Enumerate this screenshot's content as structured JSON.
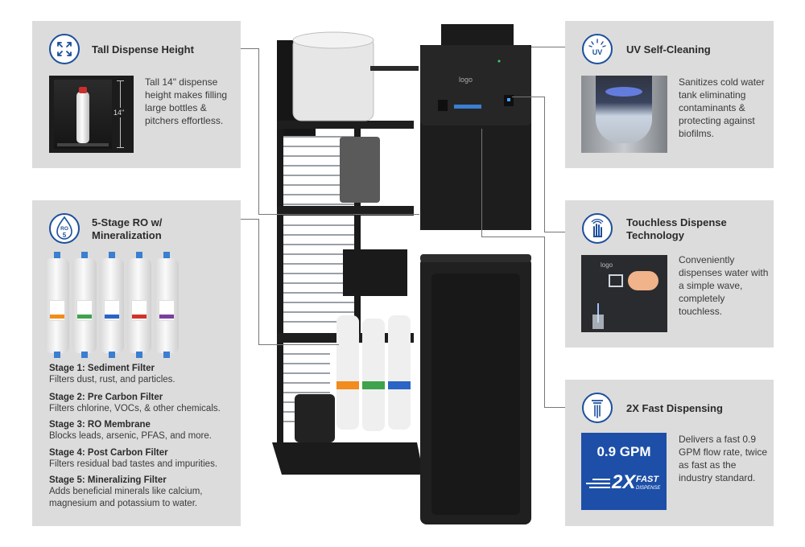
{
  "tall_dispense": {
    "title": "Tall Dispense Height",
    "body": "Tall 14\" dispense height makes filling large bottles & pitchers effortless.",
    "dimension_label": "14\""
  },
  "ro_filtration": {
    "title": "5-Stage RO w/ Mineralization",
    "icon_text_top": "RO",
    "icon_text_bottom": "5",
    "stages": [
      {
        "title": "Stage 1: Sediment Filter",
        "desc": "Filters dust, rust, and particles."
      },
      {
        "title": "Stage 2: Pre Carbon Filter",
        "desc": "Filters chlorine, VOCs, & other chemicals."
      },
      {
        "title": "Stage 3: RO Membrane",
        "desc": "Blocks leads, arsenic, PFAS, and more."
      },
      {
        "title": "Stage 4: Post Carbon Filter",
        "desc": "Filters residual bad tastes and impurities."
      },
      {
        "title": "Stage 5: Mineralizing Filter",
        "desc": "Adds beneficial minerals like calcium, magnesium and potassium to water."
      }
    ]
  },
  "uv_cleaning": {
    "title": "UV Self-Cleaning",
    "icon_text": "UV",
    "body": "Sanitizes cold water tank eliminating contaminants & protecting against biofilms."
  },
  "touchless": {
    "title": "Touchless Dispense Technology",
    "body": "Conveniently dispenses water with a simple wave, completely touchless.",
    "logo_text": "logo"
  },
  "fast_dispensing": {
    "title": "2X Fast Dispensing",
    "body": "Delivers a fast 0.9 GPM flow rate, twice as fast as the industry standard.",
    "gpm_value": "0.9 GPM",
    "badge_big": "2X",
    "badge_word": "FAST",
    "badge_sub": "DISPENSE"
  },
  "product": {
    "logo_text": "logo"
  },
  "colors": {
    "panel_bg": "#dcdcdc",
    "accent_blue": "#1d4f9c",
    "product_black": "#1e1e1e"
  }
}
